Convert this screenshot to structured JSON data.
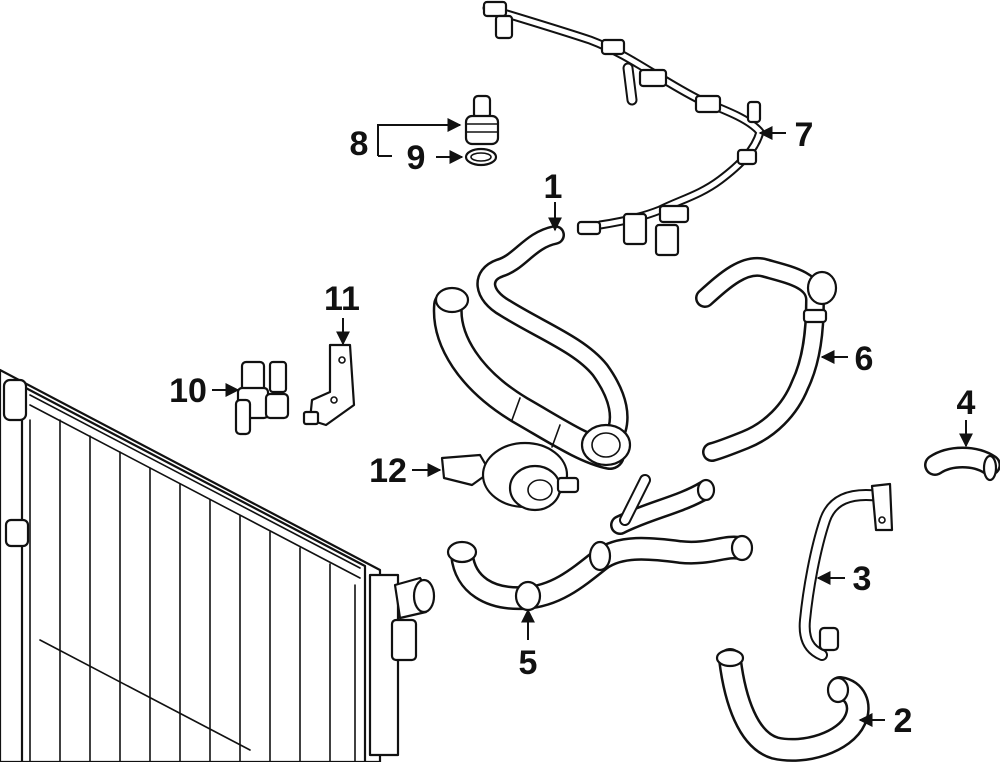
{
  "callouts": [
    {
      "label": "1"
    },
    {
      "label": "2"
    },
    {
      "label": "3"
    },
    {
      "label": "4"
    },
    {
      "label": "5"
    },
    {
      "label": "6"
    },
    {
      "label": "7"
    },
    {
      "label": "8"
    },
    {
      "label": "9"
    },
    {
      "label": "10"
    },
    {
      "label": "11"
    },
    {
      "label": "12"
    }
  ],
  "ink_color": "#111111",
  "background_color": "#ffffff"
}
